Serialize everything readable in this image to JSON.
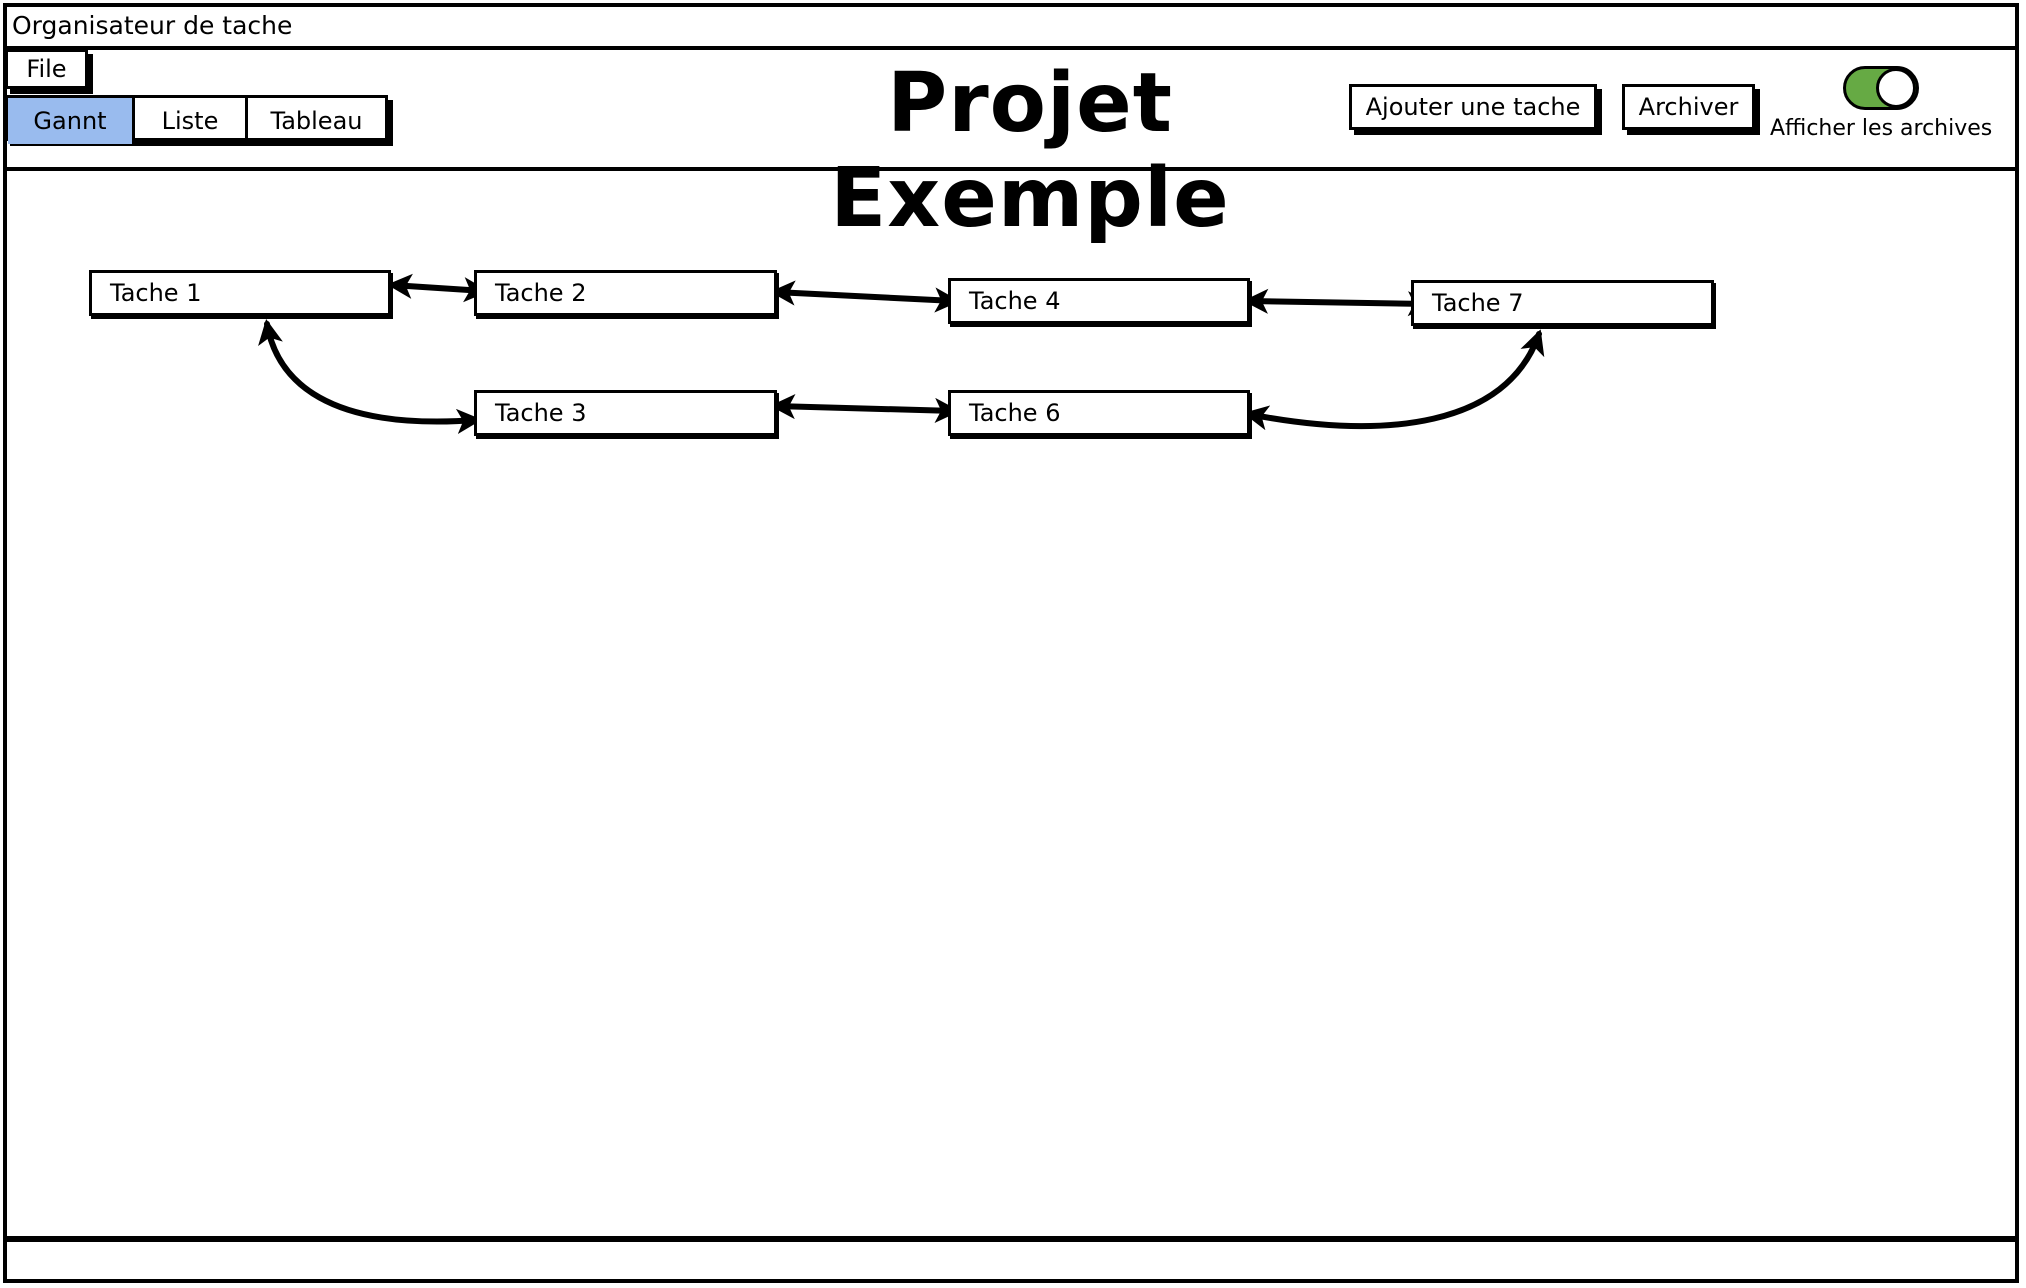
{
  "window": {
    "title": "Organisateur de tache"
  },
  "menu": {
    "file_label": "File"
  },
  "tabs": [
    {
      "label": "Gannt",
      "active": true
    },
    {
      "label": "Liste",
      "active": false
    },
    {
      "label": "Tableau",
      "active": false
    }
  ],
  "header": {
    "project_title": "Projet Exemple",
    "add_task_label": "Ajouter une tache",
    "archive_label": "Archiver",
    "show_archives_label": "Afficher les archives",
    "show_archives_on": true
  },
  "gantt": {
    "tasks": [
      {
        "id": "t1",
        "label": "Tache 1"
      },
      {
        "id": "t2",
        "label": "Tache 2"
      },
      {
        "id": "t3",
        "label": "Tache 3"
      },
      {
        "id": "t4",
        "label": "Tache 4"
      },
      {
        "id": "t6",
        "label": "Tache 6"
      },
      {
        "id": "t7",
        "label": "Tache 7"
      }
    ],
    "links": [
      {
        "from": "t1",
        "to": "t2"
      },
      {
        "from": "t2",
        "to": "t4"
      },
      {
        "from": "t4",
        "to": "t7"
      },
      {
        "from": "t1",
        "to": "t3"
      },
      {
        "from": "t3",
        "to": "t6"
      },
      {
        "from": "t6",
        "to": "t7"
      }
    ]
  },
  "colors": {
    "active_tab": "#99bbee",
    "toggle_on": "#66aa44"
  }
}
